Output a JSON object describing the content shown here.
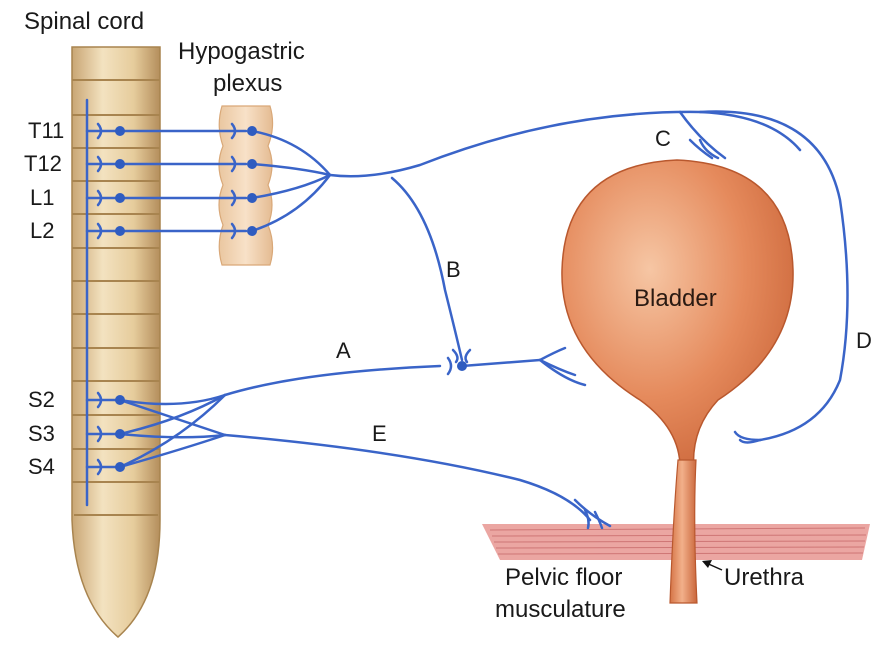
{
  "labels": {
    "spinal_cord": "Spinal cord",
    "hypogastric_line1": "Hypogastric",
    "hypogastric_line2": "plexus",
    "bladder": "Bladder",
    "pelvic_line1": "Pelvic floor",
    "pelvic_line2": "musculature",
    "urethra": "Urethra"
  },
  "segments": {
    "t11": "T11",
    "t12": "T12",
    "l1": "L1",
    "l2": "L2",
    "s2": "S2",
    "s3": "S3",
    "s4": "S4"
  },
  "pathways": {
    "a": "A",
    "b": "B",
    "c": "C",
    "d": "D",
    "e": "E"
  },
  "colors": {
    "nerve": "#3a64c8",
    "cord": "#e8cfa0",
    "bladder": "#e58a5c",
    "muscle": "#e79a98"
  }
}
